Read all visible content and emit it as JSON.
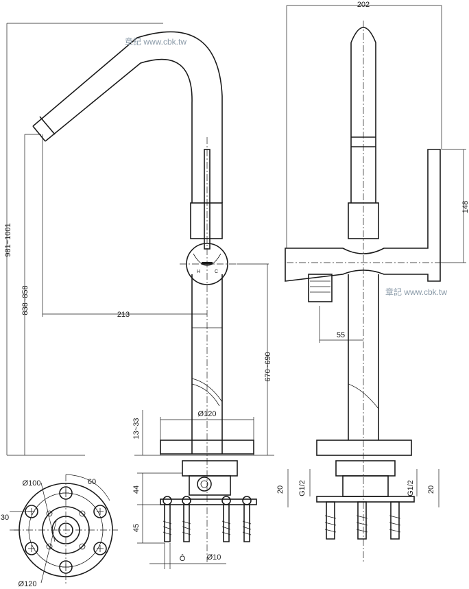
{
  "watermark": "章記 www.cbk.tw",
  "dimensions": {
    "total_height": "981~1001",
    "spout_height": "838~858",
    "spout_reach": "213",
    "handle_height": "670~690",
    "deck_thickness": "13~33",
    "base_diameter": "Ø120",
    "mount_height_a": "44",
    "mount_height_b": "45",
    "rod_diameter": "Ø10",
    "rod_symbol": "Ô",
    "width": "202",
    "lever_length": "148",
    "aerator_offset": "55",
    "pipe_height_left": "20",
    "thread_left": "G1/2",
    "thread_right": "G1/2",
    "pipe_height_right": "20",
    "bolt_circle": "Ø100",
    "angle": "60",
    "offset": "30",
    "outer_diameter": "Ø120"
  }
}
